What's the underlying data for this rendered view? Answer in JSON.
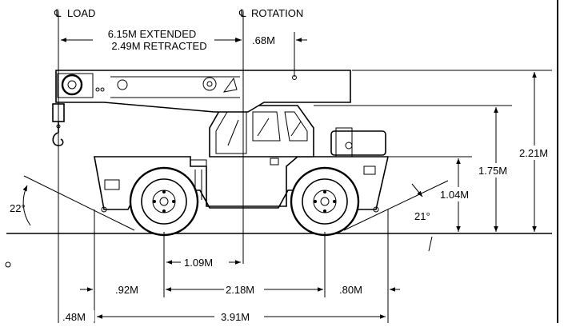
{
  "centerlines": {
    "load": "LOAD",
    "rotation": "ROTATION",
    "symbol": "℄"
  },
  "dimensions": {
    "reach_extended": "6.15M EXTENDED",
    "reach_retracted": "2.49M RETRACTED",
    "rotation_offset": ".68M",
    "overall_height": "2.21M",
    "cab_height": "1.75M",
    "deck_height": "1.04M",
    "approach_angle": "22°",
    "departure_angle": "21°",
    "rotation_to_front_axle": "1.09M",
    "front_overhang": ".92M",
    "wheelbase": "2.18M",
    "rear_overhang": ".80M",
    "hook_overhang": ".48M",
    "overall_length": "3.91M"
  }
}
